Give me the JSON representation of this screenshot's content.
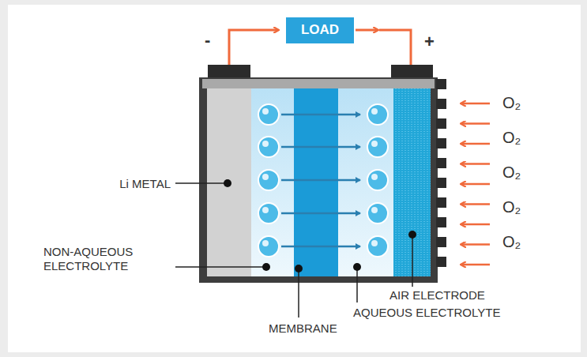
{
  "diagram": {
    "nodes": [
      {
        "text": [
          "LOAD"
        ]
      }
    ],
    "labels": [
      "-",
      "+",
      "Li METAL",
      "NON-AQUEOUS ELECTROLYTE",
      "MEMBRANE",
      "AIR ELECTRODE",
      "AQUEOUS ELECTROLYTE",
      "O₂",
      "O₂",
      "O₂",
      "O₂",
      "O₂"
    ]
  }
}
